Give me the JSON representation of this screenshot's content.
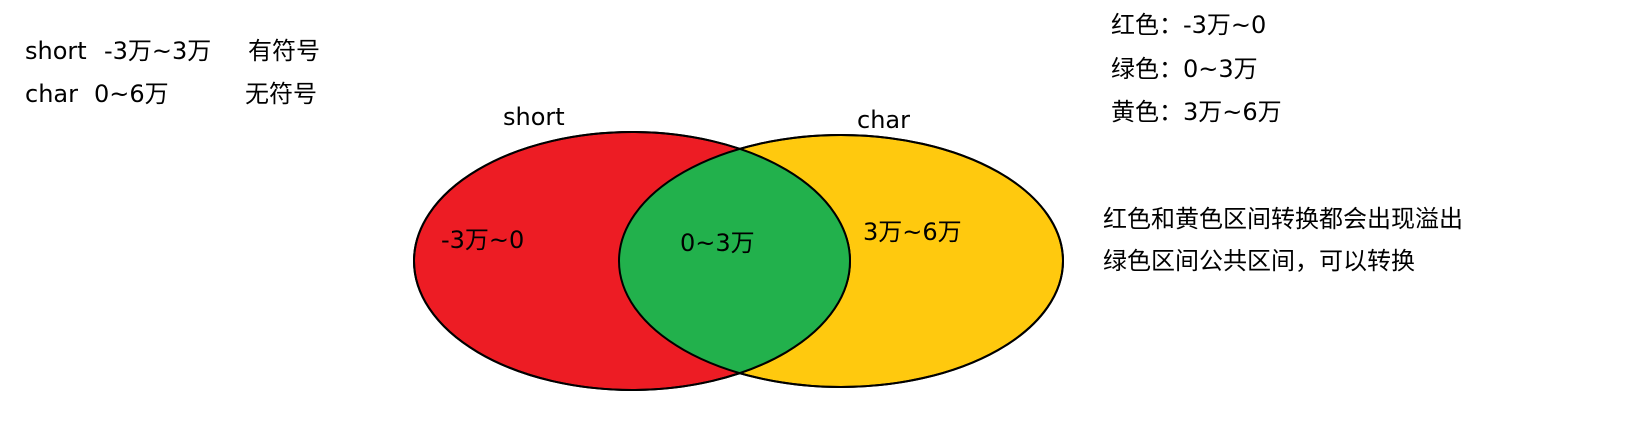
{
  "type_info": {
    "short_name": "short",
    "short_range": "-3万~3万",
    "short_sign": "有符号",
    "char_name": "char",
    "char_range": "0~6万",
    "char_sign": "无符号"
  },
  "legend": {
    "red": "红色：-3万~0",
    "green": "绿色：0~3万",
    "yellow": "黄色：3万~6万"
  },
  "venn": {
    "left_set": {
      "title": "short",
      "region_label": "-3万~0",
      "color": "#ED1C24"
    },
    "right_set": {
      "title": "char",
      "region_label": "3万~6万",
      "color": "#FFC90E"
    },
    "overlap": {
      "region_label": "0~3万",
      "color": "#22B14C"
    }
  },
  "notes": {
    "line1": "红色和黄色区间转换都会出现溢出",
    "line2": "绿色区间公共区间，可以转换"
  }
}
